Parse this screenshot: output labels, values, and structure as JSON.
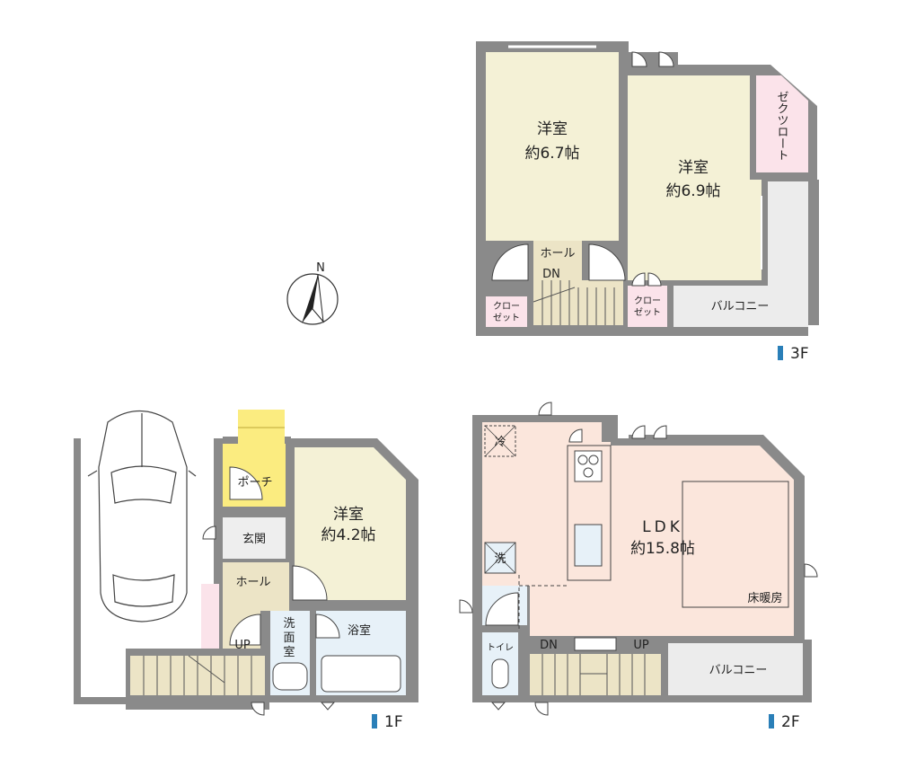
{
  "compass": {
    "north": "N"
  },
  "floors": {
    "f3": {
      "tag": "3F",
      "rooms": {
        "western1": {
          "name": "洋室",
          "size": "約6.7帖"
        },
        "western2": {
          "name": "洋室",
          "size": "約6.9帖"
        },
        "walk_closet": {
          "name": "ゼクツロート"
        },
        "hall": {
          "name": "ホール"
        },
        "stair_dn": {
          "name": "DN"
        },
        "closet_left": {
          "line1": "クロー",
          "line2": "ゼット"
        },
        "closet_mid": {
          "line1": "クロー",
          "line2": "ゼット"
        },
        "balcony": {
          "name": "バルコニー"
        }
      }
    },
    "f2": {
      "tag": "2F",
      "rooms": {
        "ldk": {
          "name": "LDK",
          "size": "約15.8帖"
        },
        "fridge": {
          "name": "冷"
        },
        "washer": {
          "name": "洗"
        },
        "toilet": {
          "name": "トイレ"
        },
        "floor_heating": {
          "name": "床暖房"
        },
        "stair_dn": {
          "name": "DN"
        },
        "stair_up": {
          "name": "UP"
        },
        "balcony": {
          "name": "バルコニー"
        }
      }
    },
    "f1": {
      "tag": "1F",
      "rooms": {
        "porch": {
          "name": "ポーチ"
        },
        "entrance": {
          "name": "玄関"
        },
        "western": {
          "name": "洋室",
          "size": "約4.2帖"
        },
        "hall": {
          "name": "ホール"
        },
        "washroom": {
          "line1": "洗",
          "line2": "面",
          "line3": "室"
        },
        "bath": {
          "name": "浴室"
        },
        "stair_up": {
          "name": "UP"
        }
      }
    }
  },
  "colors": {
    "wall": "#8a8a8a",
    "western_room": "#f4f1d6",
    "ldk": "#fbe6dc",
    "closet": "#fbe3ea",
    "balcony": "#ececec",
    "hall": "#ece4c6",
    "porch": "#fbec80",
    "water": "#e7f1f8",
    "accent": "#2a7fb8"
  }
}
